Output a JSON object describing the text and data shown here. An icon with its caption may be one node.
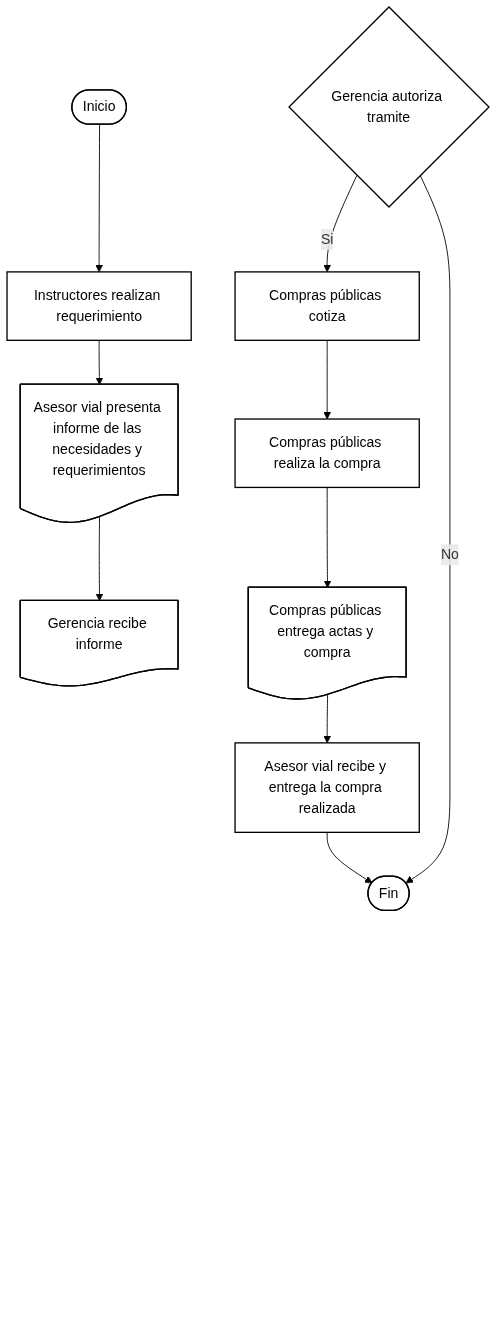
{
  "diagram": {
    "nodes": [
      {
        "text": [
          "Inicio"
        ]
      },
      {
        "text": [
          "Instructores realizan requerimiento"
        ]
      },
      {
        "text": [
          "Asesor vial presenta informe de las necesidades y requerimientos"
        ]
      },
      {
        "text": [
          "Gerencia recibe informe"
        ]
      },
      {
        "text": [
          "Gerencia autoriza tramite"
        ]
      },
      {
        "text": [
          "Compras públicas cotiza"
        ]
      },
      {
        "text": [
          "Compras públicas realiza la compra"
        ]
      },
      {
        "text": [
          "Compras públicas entrega actas y compra"
        ]
      },
      {
        "text": [
          "Asesor vial recibe y entrega la compra realizada"
        ]
      },
      {
        "text": [
          "Fin"
        ]
      }
    ],
    "edges": [
      {
        "from": 0,
        "to": 1,
        "arrow": "to"
      },
      {
        "from": 1,
        "to": 2,
        "arrow": "to"
      },
      {
        "from": 2,
        "to": 3,
        "arrow": "to"
      },
      {
        "from": 4,
        "to": 5,
        "arrow": "to",
        "label": "Si"
      },
      {
        "from": 5,
        "to": 6,
        "arrow": "to"
      },
      {
        "from": 6,
        "to": 7,
        "arrow": "to"
      },
      {
        "from": 7,
        "to": 8,
        "arrow": "to"
      },
      {
        "from": 8,
        "to": 9,
        "arrow": "to"
      },
      {
        "from": 4,
        "to": 9,
        "arrow": "to",
        "label": "No"
      }
    ]
  }
}
